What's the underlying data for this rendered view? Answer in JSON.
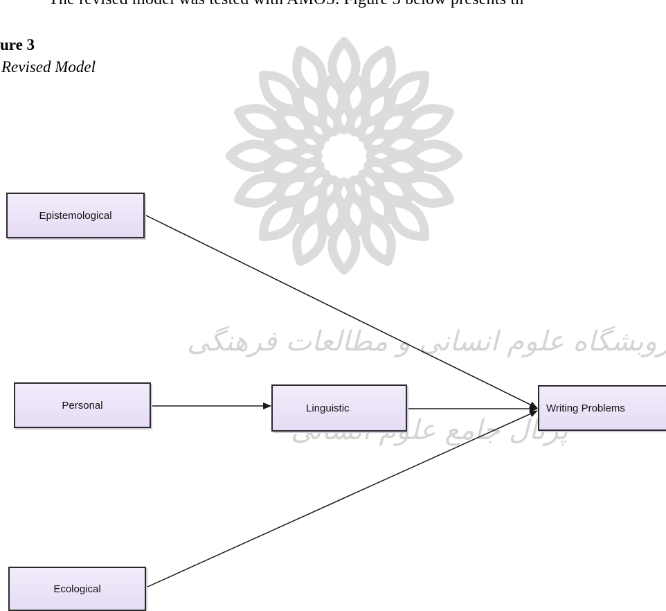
{
  "header": {
    "intro_text": "The revised model was tested with AMOS. Figure 3 below presents th"
  },
  "figure": {
    "label": "ure 3",
    "title": "Revised Model"
  },
  "nodes": {
    "epistemological": "Epistemological",
    "personal": "Personal",
    "ecological": "Ecological",
    "linguistic": "Linguistic",
    "writing_problems": "Writing Problems"
  },
  "watermark": {
    "line1": "ثروبشگاه علوم انسانی و مطالعات فرهنگی",
    "line2": "پرتال جامع علوم انسانی"
  },
  "colors": {
    "box_fill": "#ece4f8",
    "box_border": "#2a2a2a",
    "arrow": "#1a1a1a",
    "watermark": "#d4d4d4"
  }
}
